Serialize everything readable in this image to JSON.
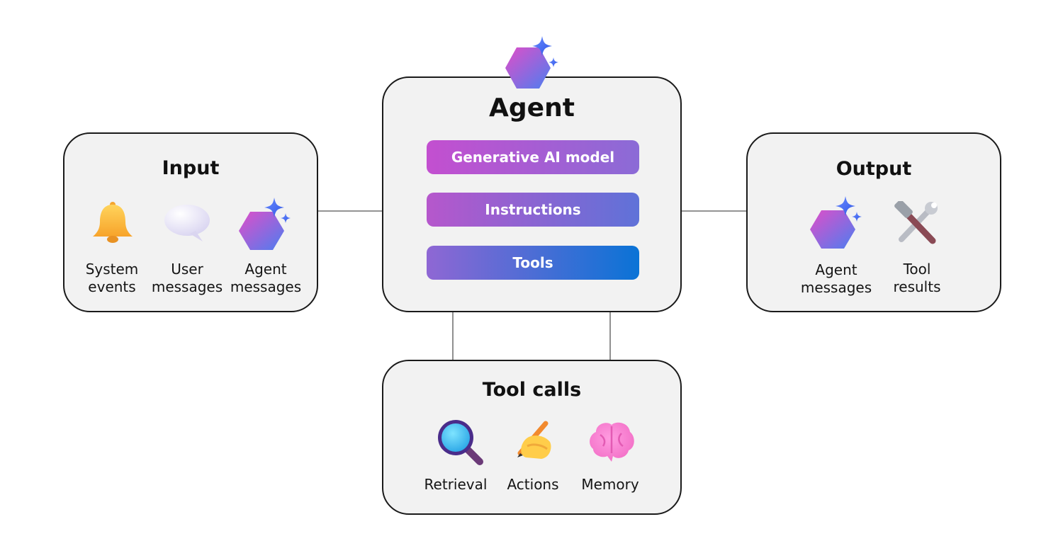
{
  "colors": {
    "box_fill": "#f2f2f2",
    "box_border": "#1a1a1a",
    "arrow": "#333333",
    "pill_gradient_1": [
      "#c34fd0",
      "#8b6bd6"
    ],
    "pill_gradient_2": [
      "#b657cc",
      "#5f72d8"
    ],
    "pill_gradient_3": [
      "#8f67d4",
      "#0a73d6"
    ]
  },
  "input": {
    "title": "Input",
    "items": [
      {
        "label": "System\nevents",
        "icon": "bell-icon"
      },
      {
        "label": "User\nmessages",
        "icon": "speech-bubble-icon"
      },
      {
        "label": "Agent\nmessages",
        "icon": "agent-hexagon-sparkle-icon"
      }
    ]
  },
  "agent": {
    "title": "Agent",
    "icon": "agent-hexagon-sparkle-icon",
    "components": [
      "Generative AI model",
      "Instructions",
      "Tools"
    ]
  },
  "output": {
    "title": "Output",
    "items": [
      {
        "label": "Agent\nmessages",
        "icon": "agent-hexagon-sparkle-icon"
      },
      {
        "label": "Tool\nresults",
        "icon": "hammer-wrench-icon"
      }
    ]
  },
  "tool_calls": {
    "title": "Tool calls",
    "items": [
      {
        "label": "Retrieval",
        "icon": "magnifier-icon"
      },
      {
        "label": "Actions",
        "icon": "writing-hand-icon"
      },
      {
        "label": "Memory",
        "icon": "brain-icon"
      }
    ]
  }
}
